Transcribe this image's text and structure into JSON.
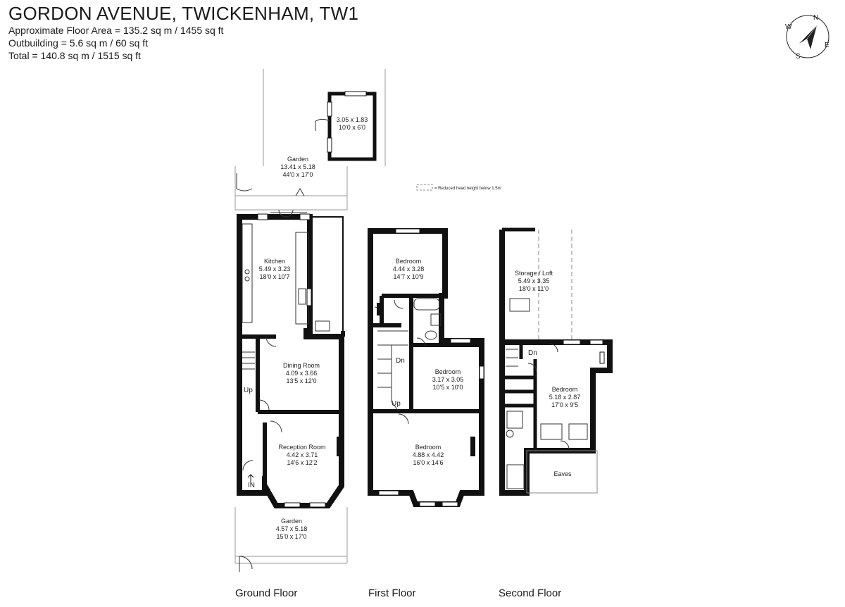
{
  "header": {
    "title": "GORDON AVENUE, TWICKENHAM, TW1",
    "lines": [
      "Approximate Floor Area = 135.2 sq m / 1455 sq ft",
      "Outbuilding = 5.6 sq m / 60 sq ft",
      "Total = 140.8 sq m / 1515 sq ft"
    ]
  },
  "compass": {
    "n": "N",
    "e": "E",
    "s": "S",
    "w": "W"
  },
  "legend": {
    "text": "= Reduced head height below 1.5m"
  },
  "rooms": {
    "outbuilding": {
      "metric": "3.05 x 1.83",
      "imperial": "10'0 x 6'0"
    },
    "garden_rear": {
      "name": "Garden",
      "metric": "13.41 x 5.18",
      "imperial": "44'0 x 17'0"
    },
    "kitchen": {
      "name": "Kitchen",
      "metric": "5.49 x 3.23",
      "imperial": "18'0 x 10'7"
    },
    "dining": {
      "name": "Dining Room",
      "metric": "4.09 x 3.66",
      "imperial": "13'5 x 12'0"
    },
    "reception": {
      "name": "Reception Room",
      "metric": "4.42 x 3.71",
      "imperial": "14'6 x 12'2"
    },
    "garden_front": {
      "name": "Garden",
      "metric": "4.57 x 5.18",
      "imperial": "15'0 x 17'0"
    },
    "bed1_rear": {
      "name": "Bedroom",
      "metric": "4.44 x 3.28",
      "imperial": "14'7 x 10'9"
    },
    "bed1_mid": {
      "name": "Bedroom",
      "metric": "3.17 x 3.05",
      "imperial": "10'5 x 10'0"
    },
    "bed1_front": {
      "name": "Bedroom",
      "metric": "4.88 x 4.42",
      "imperial": "16'0 x 14'6"
    },
    "loft": {
      "name": "Storage / Loft",
      "metric": "5.49 x 3.35",
      "imperial": "18'0 x 11'0"
    },
    "bed2": {
      "name": "Bedroom",
      "metric": "5.18 x 2.87",
      "imperial": "17'0 x 9'5"
    },
    "eaves": {
      "name": "Eaves"
    }
  },
  "marks": {
    "up": "Up",
    "dn": "Dn",
    "in": "IN"
  },
  "floors": {
    "ground": "Ground Floor",
    "first": "First Floor",
    "second": "Second Floor"
  }
}
